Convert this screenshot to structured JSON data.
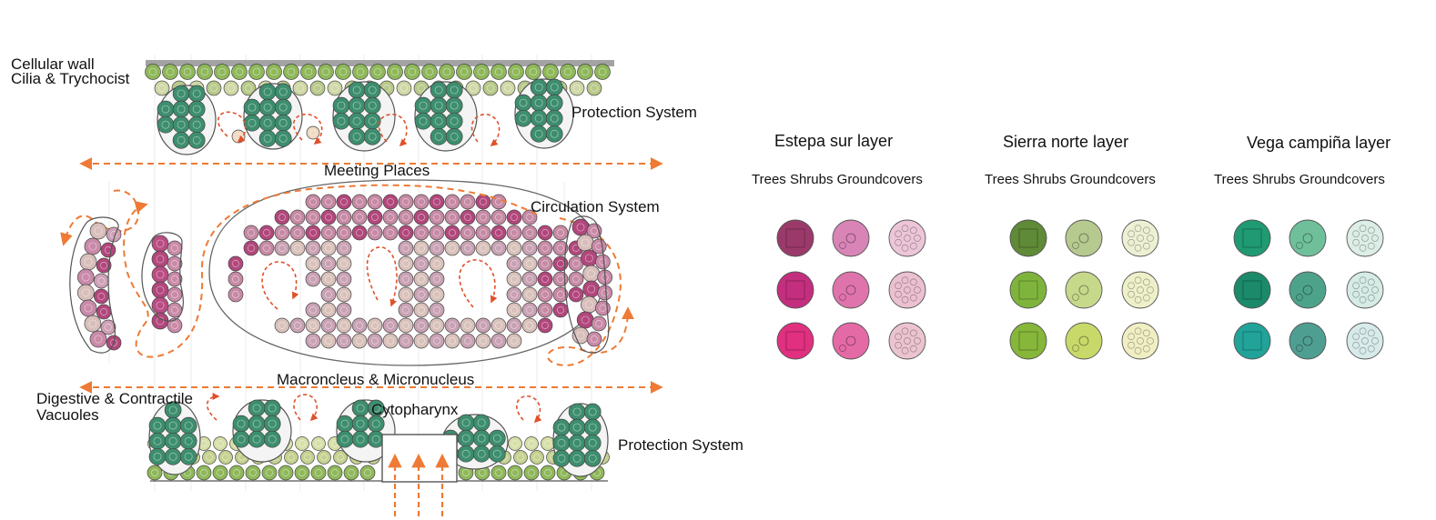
{
  "labels": {
    "cellular_wall": "Cellular wall",
    "cilia": "Cilia & Trychocist",
    "protection_top": "Protection System",
    "meeting_places": "Meeting Places",
    "circulation": "Circulation System",
    "macronucleus": "Macroncleus & Micronucleus",
    "digestive_1": "Digestive & Contractile",
    "digestive_2": "Vacuoles",
    "cytopharynx": "Cytopharynx",
    "protection_bottom": "Protection System"
  },
  "legend": [
    {
      "title": "Estepa sur layer",
      "columns": "Trees Shrubs Groundcovers",
      "colors": {
        "trees": [
          "#9b3a6a",
          "#c42e7e",
          "#e0307f"
        ],
        "shrubs": [
          "#d884b6",
          "#df74ad",
          "#e46aa6"
        ],
        "groundcovers": [
          "#ecc6d8",
          "#ebc0d0",
          "#ebc4cf"
        ]
      }
    },
    {
      "title": "Sierra norte layer",
      "columns": "Trees Shrubs Groundcovers",
      "colors": {
        "trees": [
          "#5f8a37",
          "#7fb43c",
          "#86b63a"
        ],
        "shrubs": [
          "#b6c98f",
          "#c6d98b",
          "#c8d96a"
        ],
        "groundcovers": [
          "#eef0d4",
          "#eef0c9",
          "#f0efc3"
        ]
      }
    },
    {
      "title": "Vega campiña layer",
      "columns": "Trees Shrubs Groundcovers",
      "colors": {
        "trees": [
          "#1f9a72",
          "#1a8a6a",
          "#21a39a"
        ],
        "shrubs": [
          "#6fbf9a",
          "#4da38a",
          "#4f9e92"
        ],
        "groundcovers": [
          "#dceee6",
          "#d6ebe6",
          "#d8ebeb"
        ]
      }
    }
  ],
  "palette": {
    "arrow": "#ee7a35",
    "wall": "#a3a3a3",
    "green_canopy": "#8fb85a",
    "teal_canopy": "#3d8e6e",
    "pink_canopy": "#b2477c",
    "cream_canopy": "#e7d4bd"
  }
}
